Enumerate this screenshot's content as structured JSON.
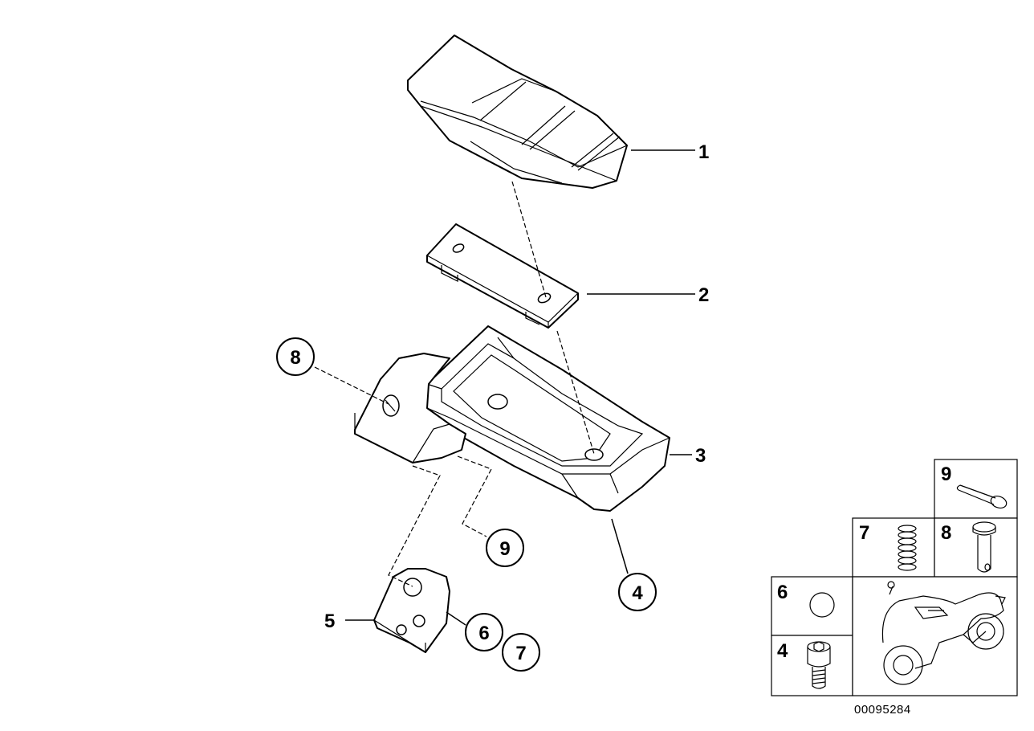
{
  "diagram": {
    "callouts": {
      "c1": "1",
      "c2": "2",
      "c3": "3",
      "c4": "4",
      "c5": "5",
      "c6": "6",
      "c7": "7",
      "c8": "8",
      "c9": "9"
    },
    "legend": {
      "l9": "9",
      "l7": "7",
      "l8": "8",
      "l6": "6",
      "l4": "4"
    },
    "catalog_number": "00095284"
  }
}
